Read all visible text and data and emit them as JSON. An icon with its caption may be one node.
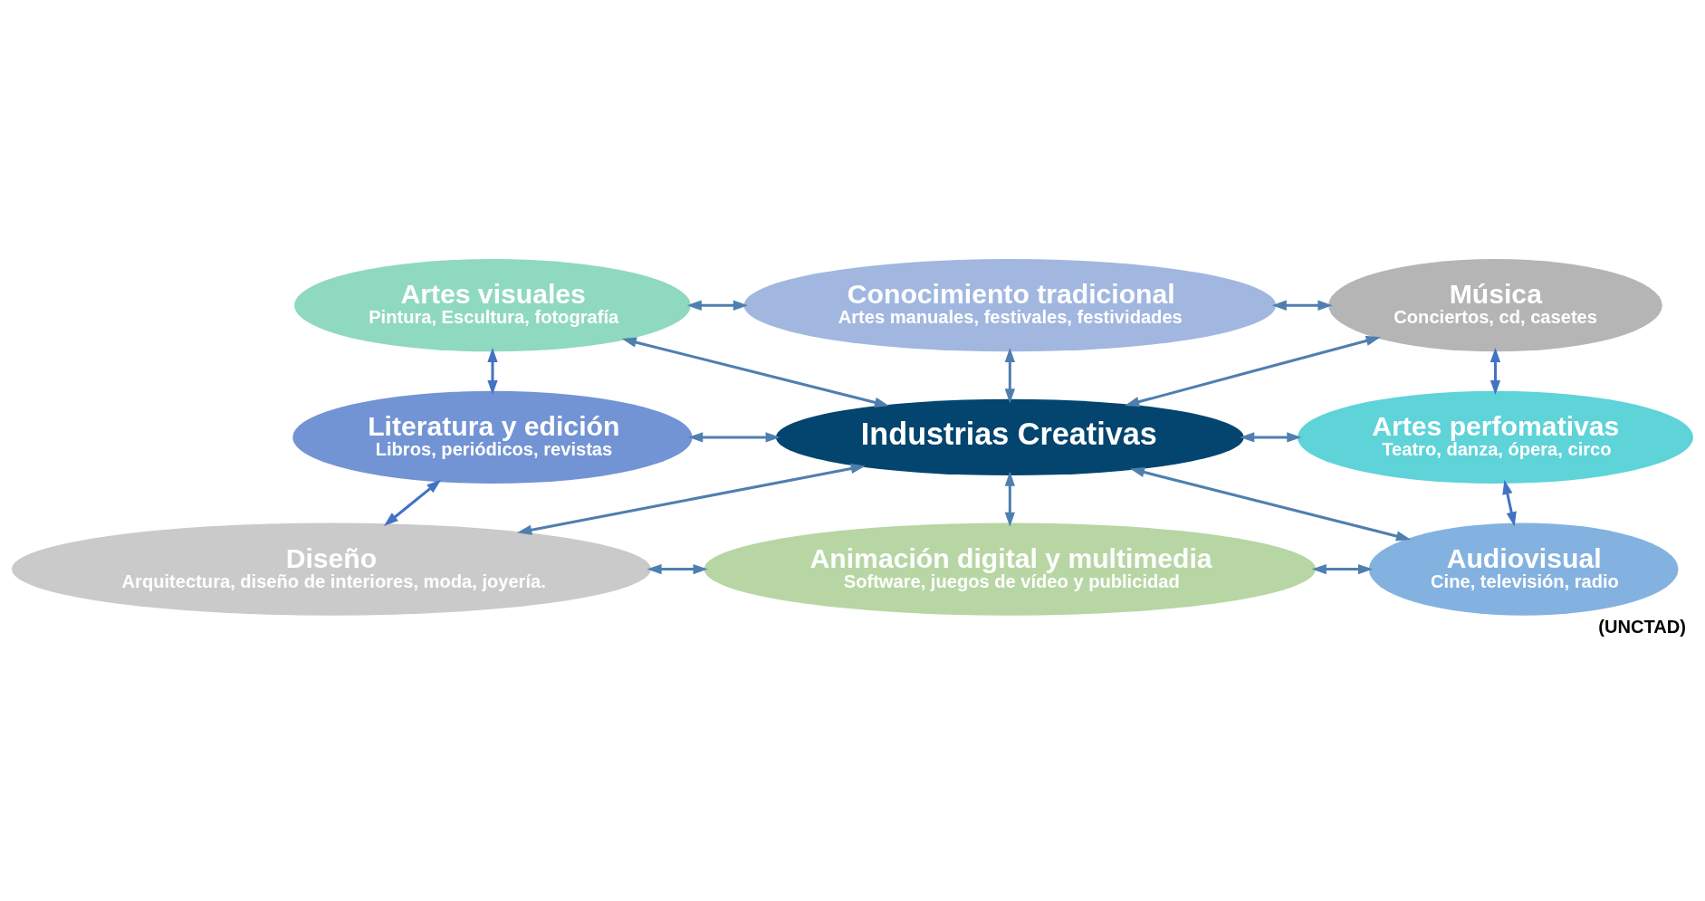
{
  "diagram": {
    "caption": "(UNCTAD)",
    "nodes": [
      {
        "text": [
          "Artes visuales",
          "Pintura, Escultura, fotografía"
        ]
      },
      {
        "text": [
          "Conocimiento tradicional",
          "Artes manuales, festivales, festividades"
        ]
      },
      {
        "text": [
          "Música",
          "Conciertos, cd, casetes"
        ]
      },
      {
        "text": [
          "Literatura y edición",
          "Libros, periódicos, revistas"
        ]
      },
      {
        "text": [
          "Industrias Creativas"
        ]
      },
      {
        "text": [
          "Artes perfomativas",
          "Teatro, danza, ópera, circo"
        ]
      },
      {
        "text": [
          "Diseño",
          "Arquitectura, diseño de interiores, moda, joyería."
        ]
      },
      {
        "text": [
          "Animación digital y multimedia",
          "Software, juegos de vídeo y publicidad"
        ]
      },
      {
        "text": [
          "Audiovisual",
          "Cine, televisión, radio"
        ]
      }
    ],
    "edges": [
      {
        "from": 0,
        "to": 1,
        "arrow": "both"
      },
      {
        "from": 1,
        "to": 2,
        "arrow": "both"
      },
      {
        "from": 0,
        "to": 4,
        "arrow": "both"
      },
      {
        "from": 1,
        "to": 4,
        "arrow": "both"
      },
      {
        "from": 2,
        "to": 4,
        "arrow": "both"
      },
      {
        "from": 0,
        "to": 3,
        "arrow": "both",
        "color": "#4472c4"
      },
      {
        "from": 2,
        "to": 5,
        "arrow": "both",
        "color": "#4472c4"
      },
      {
        "from": 3,
        "to": 4,
        "arrow": "both"
      },
      {
        "from": 4,
        "to": 5,
        "arrow": "both"
      },
      {
        "from": 3,
        "to": 6,
        "arrow": "both",
        "color": "#4472c4"
      },
      {
        "from": 5,
        "to": 8,
        "arrow": "both",
        "color": "#4472c4"
      },
      {
        "from": 6,
        "to": 4,
        "arrow": "both"
      },
      {
        "from": 7,
        "to": 4,
        "arrow": "both"
      },
      {
        "from": 4,
        "to": 8,
        "arrow": "both"
      },
      {
        "from": 6,
        "to": 7,
        "arrow": "both"
      },
      {
        "from": 7,
        "to": 8,
        "arrow": "both"
      }
    ]
  }
}
